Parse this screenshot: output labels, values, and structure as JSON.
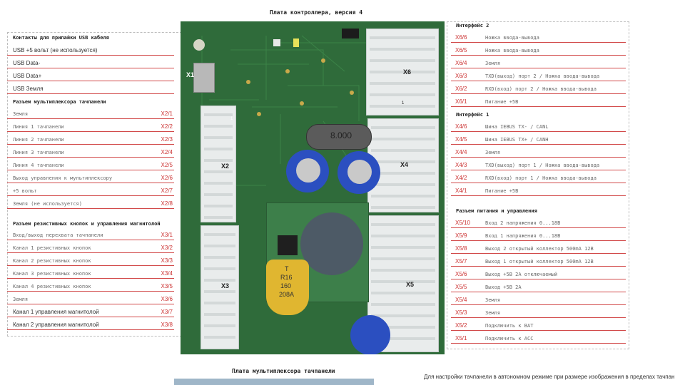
{
  "title_top": "Плата контроллера, версия 4",
  "title_bottom": "Плата мультиплексора тачпанели",
  "note_bottom": "Для настройки тачпанели в автономном режиме при размере изображения в пределах тачпан",
  "left": {
    "usb": {
      "title": "Контакты для припайки USB кабеля",
      "rows": [
        {
          "label": "USB +5 вольт (не используется)",
          "pin": ""
        },
        {
          "label": "USB Data-",
          "pin": ""
        },
        {
          "label": "USB Data+",
          "pin": ""
        },
        {
          "label": "USB Земля",
          "pin": ""
        }
      ]
    },
    "x2": {
      "title": "Разъем мультиплексора тачпанели",
      "rows": [
        {
          "label": "Земля",
          "pin": "X2/1"
        },
        {
          "label": "Линия 1 тачпанели",
          "pin": "X2/2"
        },
        {
          "label": "Линия 2 тачпанели",
          "pin": "X2/3"
        },
        {
          "label": "Линия 3 тачпанели",
          "pin": "X2/4"
        },
        {
          "label": "Линия 4 тачпанели",
          "pin": "X2/5"
        },
        {
          "label": "Выход управления к мультиплексору",
          "pin": "X2/6"
        },
        {
          "label": "+5 вольт",
          "pin": "X2/7"
        },
        {
          "label": "Земля (не используется)",
          "pin": "X2/8"
        }
      ]
    },
    "x3": {
      "title": "Разъем резистивных кнопок и управления магнитолой",
      "rows": [
        {
          "label": "Вход/выход перехвата тачпанели",
          "pin": "X3/1"
        },
        {
          "label": "Канал 1 резистивных кнопок",
          "pin": "X3/2"
        },
        {
          "label": "Канал 2 резистивных кнопок",
          "pin": "X3/3"
        },
        {
          "label": "Канал 3 резистивных кнопок",
          "pin": "X3/4"
        },
        {
          "label": "Канал 4 резистивных кнопок",
          "pin": "X3/5"
        },
        {
          "label": "Земля",
          "pin": "X3/6"
        },
        {
          "label": "Канал 1 управления магнитолой",
          "pin": "X3/7"
        },
        {
          "label": "Канал 2 управления магнитолой",
          "pin": "X3/8"
        }
      ]
    }
  },
  "right": {
    "x6": {
      "title": "Интерфейс 2",
      "rows": [
        {
          "pin": "X6/6",
          "label": "Ножка ввода-вывода"
        },
        {
          "pin": "X6/5",
          "label": "Ножка ввода-вывода"
        },
        {
          "pin": "X6/4",
          "label": "Земля"
        },
        {
          "pin": "X6/3",
          "label": "TXD(выход) порт 2 / Ножка ввода-вывода"
        },
        {
          "pin": "X6/2",
          "label": "RXD(вход) порт 2 / Ножка ввода-вывода"
        },
        {
          "pin": "X6/1",
          "label": "Питание +5В"
        }
      ]
    },
    "x4": {
      "title": "Интерфейс 1",
      "rows": [
        {
          "pin": "X4/6",
          "label": "Шина IEBUS TX- / CANL"
        },
        {
          "pin": "X4/5",
          "label": "Шина IEBUS TX+ / CANH"
        },
        {
          "pin": "X4/4",
          "label": "Земля"
        },
        {
          "pin": "X4/3",
          "label": "TXD(выход) порт 1 / Ножка ввода-вывода"
        },
        {
          "pin": "X4/2",
          "label": "RXD(вход) порт 1 / Ножка ввода-вывода"
        },
        {
          "pin": "X4/1",
          "label": "Питание +5В"
        }
      ]
    },
    "x5": {
      "title": "Разъем питания и управления",
      "rows": [
        {
          "pin": "X5/10",
          "label": "Вход 2 напряжения 0...18В"
        },
        {
          "pin": "X5/9",
          "label": "Вход 1 напряжения 0...18В"
        },
        {
          "pin": "X5/8",
          "label": "Выход 2 открытый коллектор 500mA 12В"
        },
        {
          "pin": "X5/7",
          "label": "Выход 1 открытый коллектор 500mA 12В"
        },
        {
          "pin": "X5/6",
          "label": "Выход +5В 2А отключаемый"
        },
        {
          "pin": "X5/5",
          "label": "Выход +5В 2А"
        },
        {
          "pin": "X5/4",
          "label": "Земля"
        },
        {
          "pin": "X5/3",
          "label": "Земля"
        },
        {
          "pin": "X5/2",
          "label": "Подключить к BAT"
        },
        {
          "pin": "X5/1",
          "label": "Подключить к ACC"
        }
      ]
    }
  },
  "board": {
    "labels": {
      "x1": "X1",
      "x2": "X2",
      "x3": "X3",
      "x4": "X4",
      "x5": "X5",
      "x6": "X6",
      "pin_one": "1"
    },
    "crystal": "8.000",
    "fuse": [
      "T",
      "R16",
      "160",
      "208A"
    ],
    "colors": {
      "pcb": "#2f6b3a",
      "accent_red": "#d24a4a",
      "connector": "#e9ecec",
      "capacitor": "#2b4fc0",
      "inductor": "#4d5a66",
      "fuse": "#e0b630"
    }
  }
}
